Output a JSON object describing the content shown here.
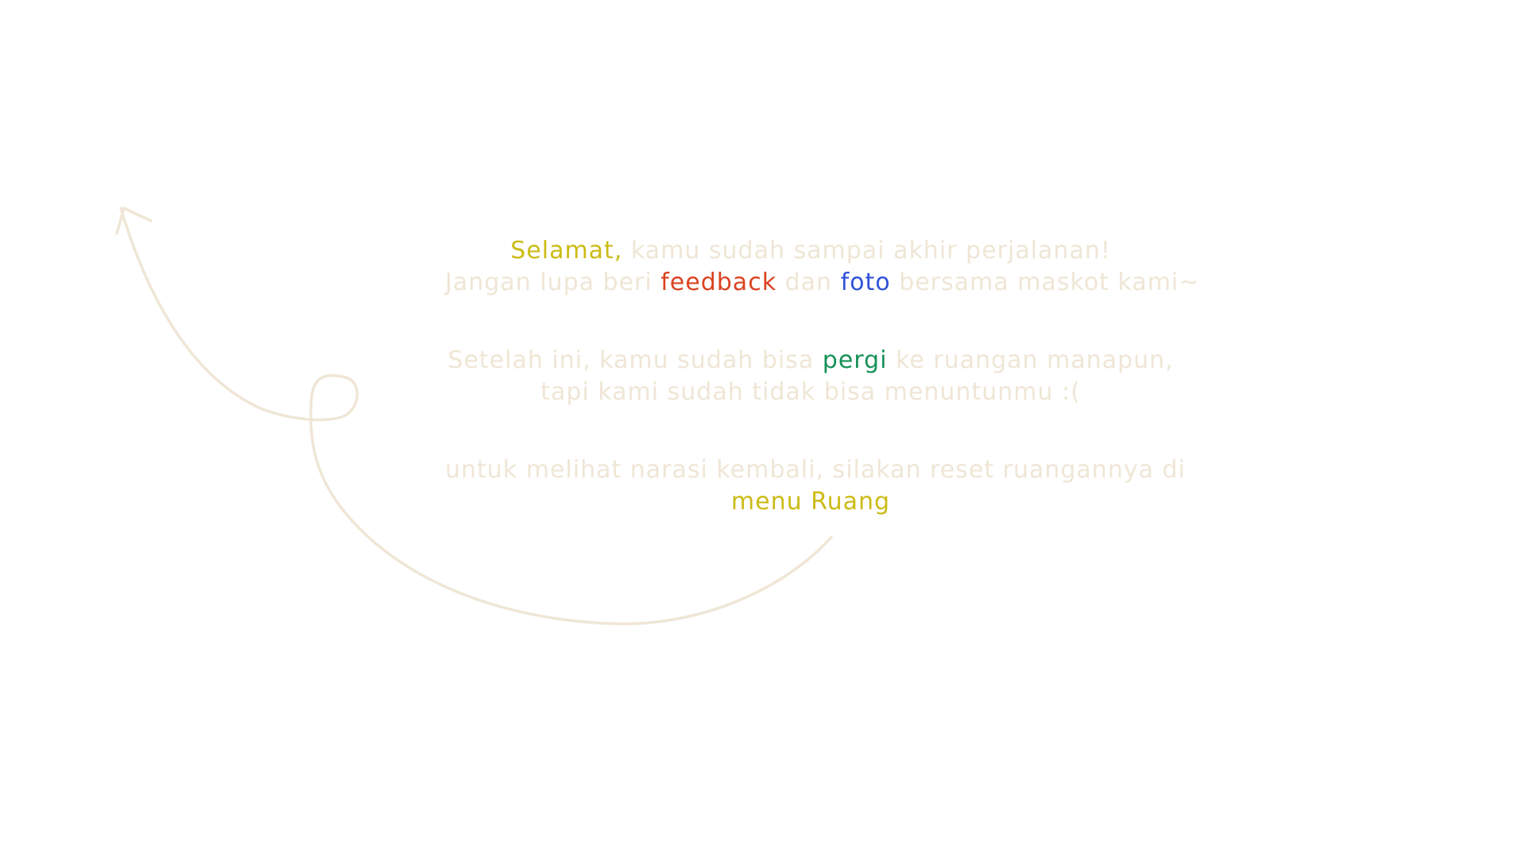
{
  "narration": {
    "p1": {
      "l1_hl": "Selamat,",
      "l1_rest": " kamu sudah sampai akhir perjalanan!",
      "l2_a": "Jangan lupa beri ",
      "l2_feedback": "feedback",
      "l2_b": " dan ",
      "l2_foto": "foto",
      "l2_c": " bersama maskot kami~"
    },
    "p2": {
      "l1_a": "Setelah ini, kamu sudah bisa ",
      "l1_pergi": "pergi",
      "l1_b": " ke ruangan manapun,",
      "l2": "tapi kami sudah tidak bisa menuntunmu :("
    },
    "p3": {
      "l1": "untuk melihat narasi kembali, silakan reset ruangannya di",
      "l2_menu": "menu Ruang"
    }
  },
  "colors": {
    "text_muted": "#efe6d6",
    "arrow": "#efe6d6",
    "accent_yellow": "#ccbb16",
    "accent_red": "#db4322",
    "accent_blue": "#2f52d8",
    "accent_green": "#169158"
  },
  "icons": {
    "arrow": "curly-arrow-icon"
  }
}
